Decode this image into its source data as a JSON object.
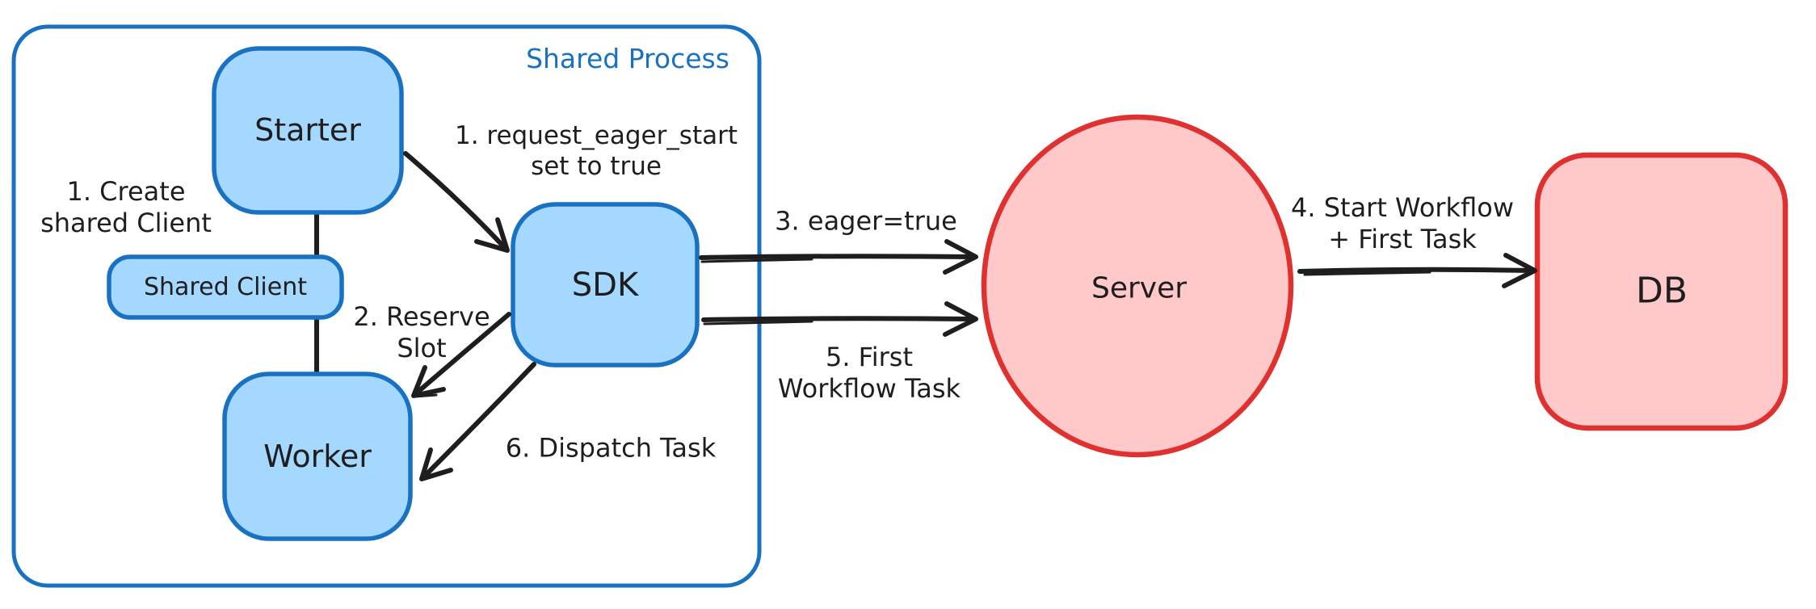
{
  "diagram": {
    "title": "Shared Process eager workflow start diagram",
    "container": {
      "label": "Shared Process"
    },
    "nodes": {
      "starter": {
        "label": "Starter"
      },
      "shared_client": {
        "label": "Shared Client"
      },
      "worker": {
        "label": "Worker"
      },
      "sdk": {
        "label": "SDK"
      },
      "server": {
        "label": "Server"
      },
      "db": {
        "label": "DB"
      }
    },
    "annotations": {
      "create_shared_client": {
        "line1": "1. Create",
        "line2": "shared Client"
      },
      "request_eager_start": {
        "line1": "1. request_eager_start",
        "line2": "set to true"
      },
      "reserve_slot": {
        "line1": "2. Reserve",
        "line2": "Slot"
      },
      "dispatch_task": {
        "text": "6. Dispatch Task"
      },
      "eager_true": {
        "text": "3. eager=true"
      },
      "first_workflow_task": {
        "line1": "5. First",
        "line2": "Workflow Task"
      },
      "start_workflow": {
        "line1": "4. Start Workflow",
        "line2": "+ First Task"
      }
    },
    "colors": {
      "blue_stroke": "#1971c2",
      "blue_fill": "#a5d8ff",
      "red_stroke": "#e03131",
      "red_fill": "#ffc9c9",
      "ink": "#1e1e1e",
      "background": "#ffffff"
    }
  }
}
